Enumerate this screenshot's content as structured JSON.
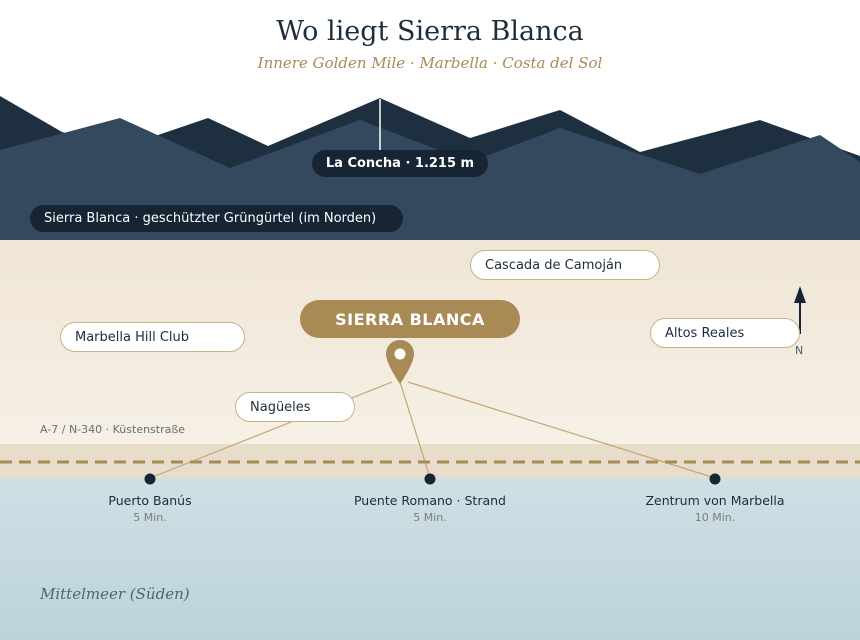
{
  "header": {
    "title": "Wo liegt Sierra Blanca",
    "subtitle": "Innere Golden Mile · Marbella · Costa del Sol"
  },
  "mountains": {
    "peak_label": "La Concha · 1.215 m",
    "green_belt_label": "Sierra Blanca · geschützter Grüngürtel (im Norden)"
  },
  "places": {
    "main": "SIERRA BLANCA",
    "labels": [
      "Cascada de Camoján",
      "Marbella Hill Club",
      "Altos Reales",
      "Nagüeles"
    ]
  },
  "road": {
    "label": "A-7 / N-340 · Küstenstraße"
  },
  "destinations": [
    {
      "name": "Puerto Banús",
      "time": "5 Min."
    },
    {
      "name": "Puente Romano · Strand",
      "time": "5 Min."
    },
    {
      "name": "Zentrum von Marbella",
      "time": "10 Min."
    }
  ],
  "compass": {
    "north": "N"
  },
  "sea": {
    "label": "Mittelmeer (Süden)"
  },
  "colors": {
    "navy": "#162434",
    "mountain_front": "#34495d",
    "gold": "#a88a55",
    "sand": "#f1e7d8",
    "sea": "#c5d9df"
  }
}
